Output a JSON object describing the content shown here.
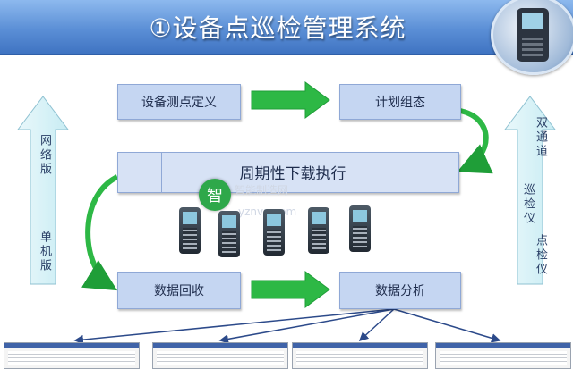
{
  "header": {
    "title": "①设备点巡检管理系统"
  },
  "flow": {
    "define": "设备测点定义",
    "plan": "计划组态",
    "execute": "周期性下载执行",
    "collect": "数据回收",
    "analyze": "数据分析"
  },
  "side_left": {
    "top": "网络版",
    "bottom": "单机版"
  },
  "side_right": {
    "col1": "双通道",
    "col2": "巡检仪",
    "col3": "点检仪"
  },
  "watermark": {
    "glyph": "智",
    "text_cn": "智能制造网",
    "text_url": "yznvn.com"
  },
  "colors": {
    "banner": "#5b8fd6",
    "box": "#c5d6f2",
    "arrow": "#2db845",
    "side_arrow": "#d6f1f6"
  }
}
